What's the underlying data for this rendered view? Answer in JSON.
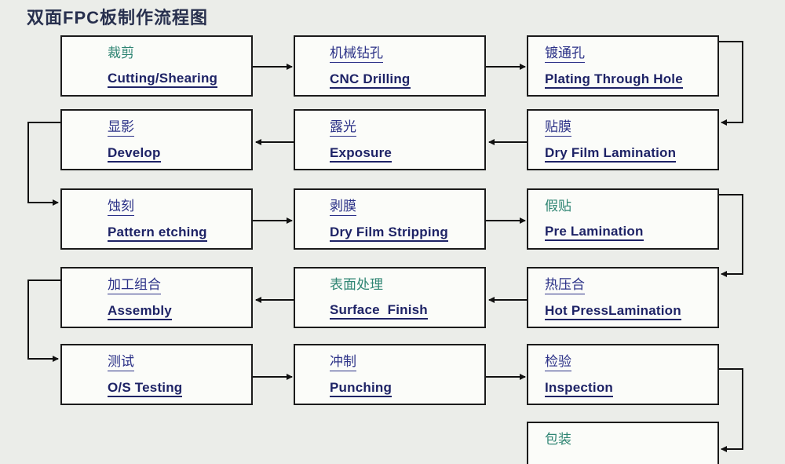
{
  "title": "双面FPC板制作流程图",
  "colors": {
    "background": "#ebede9",
    "box_fill": "#fbfcf9",
    "box_border": "#1b1b1b",
    "navy_text": "#1e2366",
    "green_text": "#2f8573",
    "title_text": "#28304e",
    "arrow": "#111111"
  },
  "boxes": [
    {
      "zh": "裁剪",
      "en": "Cutting/Shearing",
      "zh_style": "green"
    },
    {
      "zh": "机械钻孔",
      "en": "CNC Drilling",
      "zh_style": "navy"
    },
    {
      "zh": "镀通孔",
      "en": "Plating Through Hole",
      "zh_style": "navy"
    },
    {
      "zh": "显影",
      "en": "Develop",
      "zh_style": "navy"
    },
    {
      "zh": "露光",
      "en": "Exposure",
      "zh_style": "navy"
    },
    {
      "zh": "贴膜",
      "en": "Dry Film Lamination",
      "zh_style": "navy"
    },
    {
      "zh": "蚀刻",
      "en": "Pattern etching",
      "zh_style": "navy"
    },
    {
      "zh": "剥膜",
      "en": "Dry Film Stripping",
      "zh_style": "navy"
    },
    {
      "zh": "假贴",
      "en": "Pre Lamination",
      "zh_style": "green"
    },
    {
      "zh": "加工组合",
      "en": "Assembly",
      "zh_style": "navy"
    },
    {
      "zh": "表面处理",
      "en": "Surface  Finish",
      "zh_style": "green"
    },
    {
      "zh": "热压合",
      "en": "Hot PressLamination",
      "zh_style": "navy"
    },
    {
      "zh": "测试",
      "en": "O/S Testing",
      "zh_style": "navy"
    },
    {
      "zh": "冲制",
      "en": "Punching",
      "zh_style": "navy"
    },
    {
      "zh": "检验",
      "en": "Inspection",
      "zh_style": "navy"
    },
    {
      "zh": "包装",
      "en": "",
      "zh_style": "green"
    }
  ],
  "process_sequence": [
    "裁剪",
    "机械钻孔",
    "镀通孔",
    "贴膜",
    "露光",
    "显影",
    "蚀刻",
    "剥膜",
    "假贴",
    "热压合",
    "表面处理",
    "加工组合",
    "测试",
    "冲制",
    "检验",
    "包装"
  ]
}
